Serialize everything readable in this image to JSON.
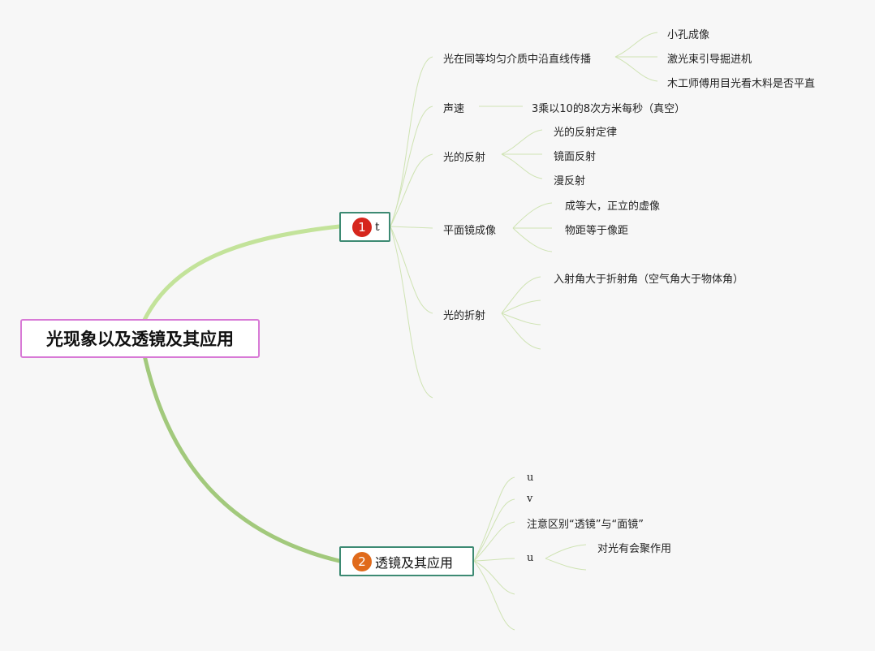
{
  "central_topic": "光现象以及透镜及其应用",
  "branches": [
    {
      "badge": "1",
      "label": "t",
      "topics": {
        "straight": {
          "label": "光在同等均匀介质中沿直线传播",
          "children": [
            "小孔成像",
            "激光束引导掘进机",
            "木工师傅用目光看木料是否平直"
          ]
        },
        "sound": {
          "label": "声速",
          "children": [
            "3乘以10的8次方米每秒（真空）"
          ]
        },
        "reflection": {
          "label": "光的反射",
          "children": [
            "光的反射定律",
            "镜面反射",
            "漫反射"
          ]
        },
        "plane_mirror": {
          "label": "平面镜成像",
          "children": [
            "成等大，正立的虚像",
            "物距等于像距"
          ]
        },
        "refraction": {
          "label": "光的折射",
          "children": [
            "入射角大于折射角（空气角大于物体角）"
          ]
        }
      }
    },
    {
      "badge": "2",
      "label": "透镜及其应用",
      "topics": {
        "u1": {
          "label": "u"
        },
        "v": {
          "label": "v"
        },
        "note": {
          "label": "注意区别“透镜”与“面镜”"
        },
        "u2": {
          "label": "u",
          "children": [
            "对光有会聚作用"
          ]
        }
      }
    }
  ],
  "colors": {
    "background": "#f7f7f7",
    "central_border": "#d87ad6",
    "branch_border": "#3d8a73",
    "branch1_link": "#c3e39a",
    "branch2_link": "#a2c97c",
    "thin_line": "#cfe3b3",
    "badge1": "#d6261d",
    "badge2": "#e06a1b"
  }
}
